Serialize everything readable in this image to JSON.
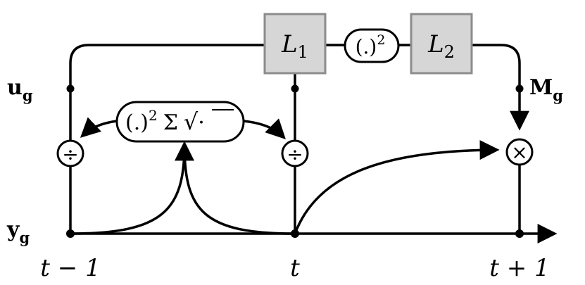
{
  "axis": {
    "t_minus_1": "t − 1",
    "t": "t",
    "t_plus_1": "t + 1"
  },
  "signals": {
    "u_main": "u",
    "u_sub": "g",
    "y_main": "y",
    "y_sub": "g",
    "m_main": "M",
    "m_sub": "g"
  },
  "blocks": {
    "l1_main": "L",
    "l1_sub": "1",
    "l2_main": "L",
    "l2_sub": "2",
    "square_op": "(.)",
    "square_exp": "2",
    "norm_op_a": "(.)",
    "norm_op_exp": "2",
    "norm_op_b": "Σ",
    "norm_sqrt": "√",
    "norm_dot": "·"
  },
  "operators": {
    "divide": "÷",
    "multiply": "×"
  },
  "colors": {
    "block_fill": "#d6d6d6",
    "block_stroke": "#8c8c8c",
    "line": "#000000"
  }
}
